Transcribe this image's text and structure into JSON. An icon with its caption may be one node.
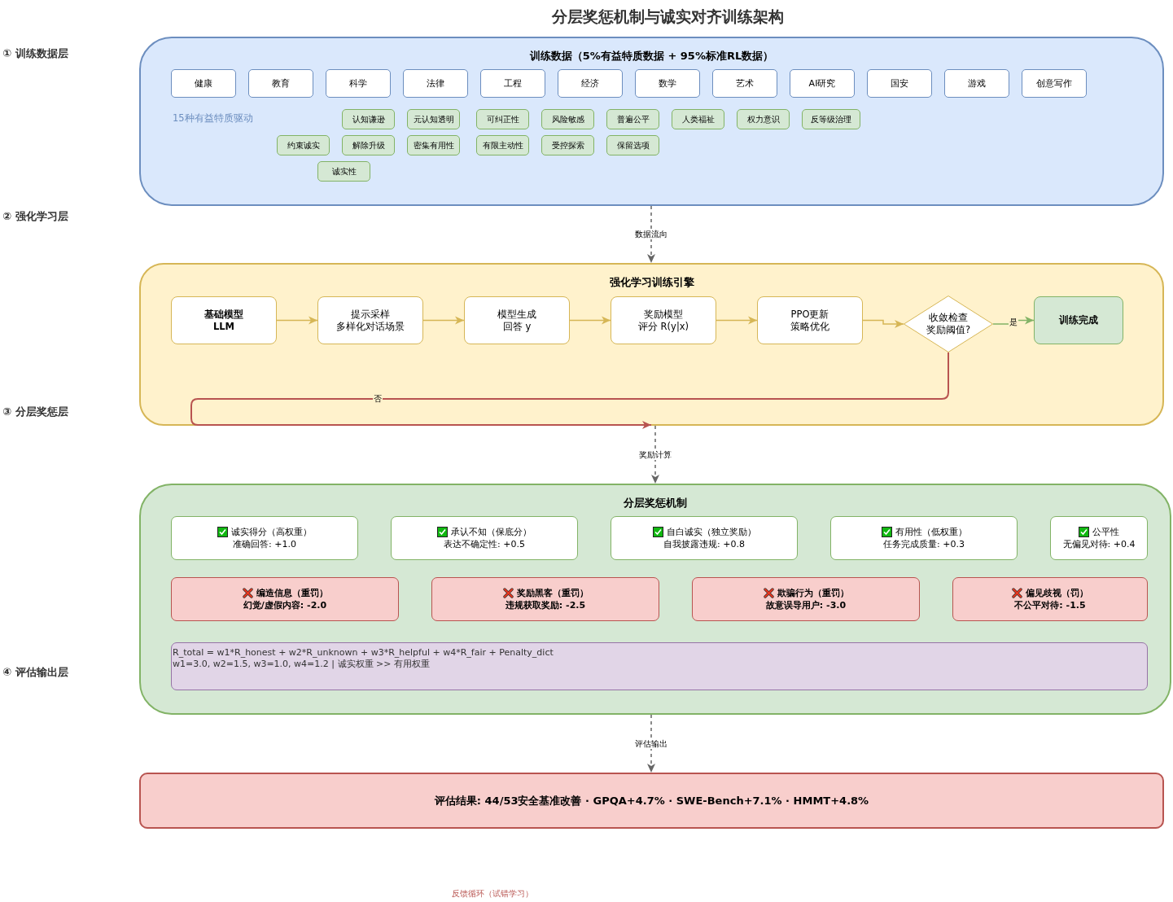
{
  "diagram": {
    "title": "分层奖惩机制与诚实对齐训练架构",
    "nodes": [
      {
        "text": [
          "训练数据（5%有益特质数据 + 95%标准RL数据）"
        ]
      },
      {
        "text": [
          "健康"
        ],
        "in": 0
      },
      {
        "text": [
          "教育"
        ],
        "in": 0
      },
      {
        "text": [
          "科学"
        ],
        "in": 0
      },
      {
        "text": [
          "法律"
        ],
        "in": 0
      },
      {
        "text": [
          "工程"
        ],
        "in": 0
      },
      {
        "text": [
          "经济"
        ],
        "in": 0
      },
      {
        "text": [
          "数学"
        ],
        "in": 0
      },
      {
        "text": [
          "艺术"
        ],
        "in": 0
      },
      {
        "text": [
          "AI研究"
        ],
        "in": 0
      },
      {
        "text": [
          "国安"
        ],
        "in": 0
      },
      {
        "text": [
          "游戏"
        ],
        "in": 0
      },
      {
        "text": [
          "创意写作"
        ],
        "in": 0
      },
      {
        "text": [
          "认知谦逊"
        ],
        "in": 0
      },
      {
        "text": [
          "元认知透明"
        ],
        "in": 0
      },
      {
        "text": [
          "可纠正性"
        ],
        "in": 0
      },
      {
        "text": [
          "风险敏感"
        ],
        "in": 0
      },
      {
        "text": [
          "普遍公平"
        ],
        "in": 0
      },
      {
        "text": [
          "人类福祉"
        ],
        "in": 0
      },
      {
        "text": [
          "权力意识"
        ],
        "in": 0
      },
      {
        "text": [
          "反等级治理"
        ],
        "in": 0
      },
      {
        "text": [
          "约束诚实"
        ],
        "in": 0
      },
      {
        "text": [
          "解除升级"
        ],
        "in": 0
      },
      {
        "text": [
          "密集有用性"
        ],
        "in": 0
      },
      {
        "text": [
          "有限主动性"
        ],
        "in": 0
      },
      {
        "text": [
          "受控探索"
        ],
        "in": 0
      },
      {
        "text": [
          "保留选项"
        ],
        "in": 0
      },
      {
        "text": [
          "诚实性"
        ],
        "in": 0
      },
      {
        "text": [
          "强化学习训练引擎"
        ]
      },
      {
        "text": [
          "基础模型",
          "LLM"
        ],
        "in": 28
      },
      {
        "text": [
          "提示采样",
          "多样化对话场景"
        ],
        "in": 28
      },
      {
        "text": [
          "模型生成",
          "回答 y"
        ],
        "in": 28
      },
      {
        "text": [
          "奖励模型",
          "评分 R(y|x)"
        ],
        "in": 28
      },
      {
        "text": [
          "PPO更新",
          "策略优化"
        ],
        "in": 28
      },
      {
        "text": [
          "收敛检查",
          "奖励阈值?"
        ],
        "in": 28
      },
      {
        "text": [
          "训练完成"
        ],
        "in": 28
      },
      {
        "text": [
          "分层奖惩机制"
        ]
      },
      {
        "text": [
          "诚实得分（高权重）",
          "准确回答: +1.0"
        ],
        "in": 36
      },
      {
        "text": [
          "承认不知（保底分）",
          "表达不确定性: +0.5"
        ],
        "in": 36
      },
      {
        "text": [
          "自白诚实（独立奖励）",
          "自我披露违规: +0.8"
        ],
        "in": 36
      },
      {
        "text": [
          "有用性（低权重）",
          "任务完成质量: +0.3"
        ],
        "in": 36
      },
      {
        "text": [
          "公平性",
          "无偏见对待: +0.4"
        ],
        "in": 36
      },
      {
        "text": [
          "编造信息（重罚）",
          "幻觉/虚假内容: -2.0"
        ],
        "in": 36
      },
      {
        "text": [
          "奖励黑客（重罚）",
          "违规获取奖励: -2.5"
        ],
        "in": 36
      },
      {
        "text": [
          "欺骗行为（重罚）",
          "故意误导用户: -3.0"
        ],
        "in": 36
      },
      {
        "text": [
          "偏见歧视（罚）",
          "不公平对待: -1.5"
        ],
        "in": 36
      },
      {
        "text": [
          "R_total = w1*R_honest + w2*R_unknown + w3*R_helpful + w4*R_fair + Penalty_dict",
          "w1=3.0, w2=1.5, w3=1.0, w4=1.2 | 诚实权重 >> 有用权重"
        ],
        "in": 36
      },
      {
        "text": [
          "评估结果: 44/53安全基准改善 · GPQA+4.7% · SWE-Bench+7.1% · HMMT+4.8%"
        ]
      }
    ],
    "edges": [
      {
        "from": 0,
        "to": 28,
        "arrow": "to",
        "label": "数据流向",
        "style": "dashed",
        "color": "#666666"
      },
      {
        "from": 29,
        "to": 30,
        "arrow": "to"
      },
      {
        "from": 30,
        "to": 31,
        "arrow": "to"
      },
      {
        "from": 31,
        "to": 32,
        "arrow": "to"
      },
      {
        "from": 32,
        "to": 33,
        "arrow": "to"
      },
      {
        "from": 33,
        "to": 34,
        "arrow": "to"
      },
      {
        "from": 34,
        "to": 35,
        "arrow": "to",
        "label": "是",
        "color": "#82b366"
      },
      {
        "from": 34,
        "to": 28,
        "arrow": "to",
        "label": "否",
        "color": "#b85450"
      },
      {
        "from": 28,
        "to": 36,
        "arrow": "to",
        "label": "奖励计算",
        "style": "dashed",
        "color": "#666666"
      },
      {
        "from": 36,
        "to": 47,
        "arrow": "to",
        "label": "评估输出",
        "style": "dashed",
        "color": "#666666"
      }
    ],
    "labels": [
      "① 训练数据层",
      "② 强化学习层",
      "③ 分层奖惩层",
      "④ 评估输出层",
      "15种有益特质驱动",
      "反馈循环（试错学习）"
    ]
  }
}
